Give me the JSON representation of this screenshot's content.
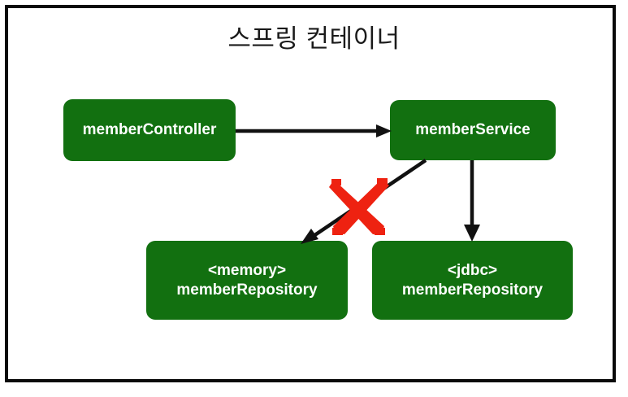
{
  "diagram": {
    "title": "스프링 컨테이너",
    "colors": {
      "bean_fill": "#127010",
      "bean_text": "#ffffff",
      "border": "#0a0a0a",
      "arrow": "#111111",
      "x_mark": "#ee2211",
      "background": "#ffffff"
    },
    "beans": [
      {
        "id": "memberController",
        "lines": [
          "memberController"
        ],
        "line1": "memberController",
        "line2": ""
      },
      {
        "id": "memberService",
        "lines": [
          "memberService"
        ],
        "line1": "memberService",
        "line2": ""
      },
      {
        "id": "memoryMemberRepository",
        "lines": [
          "<memory>",
          "memberRepository"
        ],
        "line1": "<memory>",
        "line2": "memberRepository"
      },
      {
        "id": "jdbcMemberRepository",
        "lines": [
          "<jdbc>",
          "memberRepository"
        ],
        "line1": "<jdbc>",
        "line2": "memberRepository"
      }
    ],
    "connections": [
      {
        "id": "controller-to-service",
        "from": "memberController",
        "to": "memberService",
        "style": "solid-arrow",
        "crossed_out": false,
        "direction": "horizontal"
      },
      {
        "id": "service-to-memory-repository",
        "from": "memberService",
        "to": "memoryMemberRepository",
        "style": "solid-arrow",
        "crossed_out": true,
        "direction": "diagonal-down-left"
      },
      {
        "id": "service-to-jdbc-repository",
        "from": "memberService",
        "to": "jdbcMemberRepository",
        "style": "solid-arrow",
        "crossed_out": false,
        "direction": "vertical-down"
      }
    ],
    "annotations": [
      {
        "id": "x-mark",
        "kind": "x-mark",
        "meaning": "connection removed",
        "color": "#ee2211"
      }
    ]
  }
}
